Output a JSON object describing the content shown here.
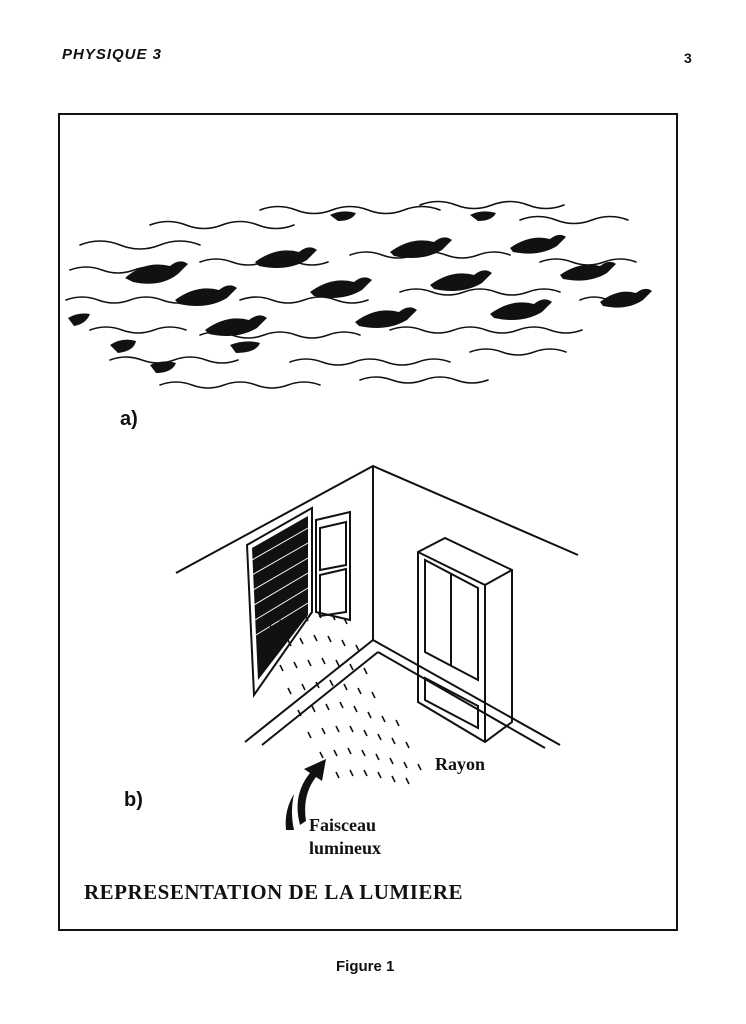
{
  "header": {
    "title": "PHYSIQUE 3",
    "page_number": "3"
  },
  "figure": {
    "panel_a_label": "a)",
    "panel_b_label": "b)",
    "ray_label": "Rayon",
    "beam_label_line1": "Faisceau",
    "beam_label_line2": "lumineux",
    "caption": "REPRESENTATION DE LA LUMIERE"
  },
  "footer": {
    "figure_caption": "Figure 1"
  }
}
